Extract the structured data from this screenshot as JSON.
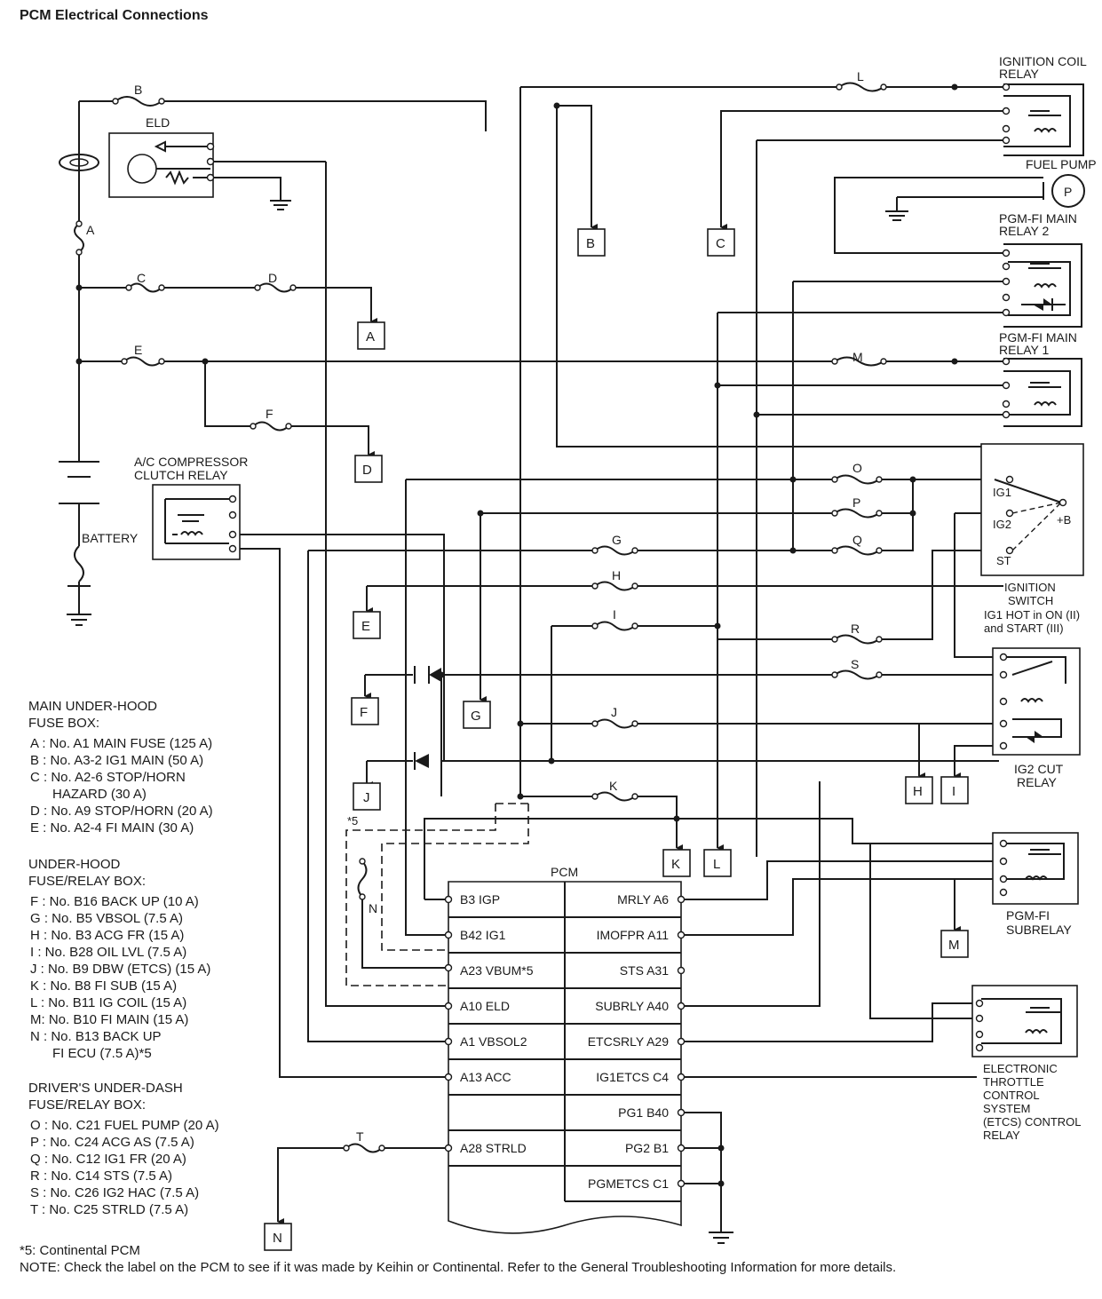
{
  "title": "PCM Electrical Connections",
  "components": {
    "eld": "ELD",
    "battery": "BATTERY",
    "ac_relay": [
      "A/C COMPRESSOR",
      "CLUTCH RELAY"
    ],
    "ign_coil_relay": [
      "IGNITION COIL",
      "RELAY"
    ],
    "fuel_pump": "FUEL PUMP",
    "fuel_pump_symbol": "P",
    "pgm_main_relay2": [
      "PGM-FI MAIN",
      "RELAY 2"
    ],
    "pgm_main_relay1": [
      "PGM-FI MAIN",
      "RELAY 1"
    ],
    "ignition_switch": [
      "IGNITION",
      "SWITCH",
      "IG1 HOT in ON (II)",
      "and START (III)"
    ],
    "ign_terminals": [
      "IG1",
      "IG2",
      "ST",
      "+B"
    ],
    "ig2_cut_relay": [
      "IG2 CUT",
      "RELAY"
    ],
    "pgm_subrelay": [
      "PGM-FI",
      "SUBRELAY"
    ],
    "etcs_relay": [
      "ELECTRONIC",
      "THROTTLE",
      "CONTROL",
      "SYSTEM",
      "(ETCS) CONTROL",
      "RELAY"
    ],
    "pcm": "PCM"
  },
  "fuse_labels": [
    "A",
    "B",
    "C",
    "D",
    "E",
    "F",
    "G",
    "H",
    "I",
    "J",
    "K",
    "L",
    "M",
    "N",
    "O",
    "P",
    "Q",
    "R",
    "S",
    "T"
  ],
  "pcm_left_pins": [
    "B3 IGP",
    "B42 IG1",
    "A23 VBUM*5",
    "A10 ELD",
    "A1 VBSOL2",
    "A13 ACC",
    "",
    "A28 STRLD"
  ],
  "pcm_right_pins": [
    "MRLY A6",
    "IMOFPR A11",
    "STS A31",
    "SUBRLY A40",
    "ETCSRLY A29",
    "IG1ETCS C4",
    "PG1 B40",
    "PG2 B1",
    "PGMETCS C1"
  ],
  "connectors": [
    "A",
    "B",
    "C",
    "D",
    "E",
    "F",
    "G",
    "H",
    "I",
    "J",
    "K",
    "L",
    "M",
    "N"
  ],
  "footnote_mark": "*5",
  "legend": {
    "main_under_hood": {
      "heading": [
        "MAIN UNDER-HOOD",
        "FUSE BOX:"
      ],
      "items": [
        "A : No. A1 MAIN FUSE (125 A)",
        "B : No. A3-2 IG1 MAIN (50 A)",
        "C : No. A2-6 STOP/HORN",
        "      HAZARD (30 A)",
        "D : No. A9 STOP/HORN (20 A)",
        "E : No. A2-4 FI MAIN (30 A)"
      ]
    },
    "under_hood_relay": {
      "heading": [
        "UNDER-HOOD",
        "FUSE/RELAY BOX:"
      ],
      "items": [
        "F : No. B16 BACK UP (10 A)",
        "G : No. B5 VBSOL (7.5 A)",
        "H : No. B3 ACG FR (15 A)",
        "I : No. B28 OIL LVL (7.5 A)",
        "J : No. B9 DBW (ETCS) (15 A)",
        "K : No. B8 FI SUB (15 A)",
        "L : No. B11 IG COIL (15 A)",
        "M: No. B10 FI MAIN (15 A)",
        "N : No. B13 BACK UP",
        "      FI ECU (7.5 A)*5"
      ]
    },
    "drivers_under_dash": {
      "heading": [
        "DRIVER'S UNDER-DASH",
        "FUSE/RELAY BOX:"
      ],
      "items": [
        "O : No. C21 FUEL PUMP (20 A)",
        "P : No. C24 ACG AS (7.5 A)",
        "Q : No. C12 IG1 FR (20 A)",
        "R : No. C14 STS (7.5 A)",
        "S : No. C26 IG2 HAC (7.5 A)",
        "T : No. C25 STRLD (7.5 A)"
      ]
    }
  },
  "notes": {
    "footnote": "*5: Continental PCM",
    "note": "NOTE: Check the label on the PCM to see if it was made by Keihin or Continental. Refer to the General Troubleshooting Information for more details."
  }
}
